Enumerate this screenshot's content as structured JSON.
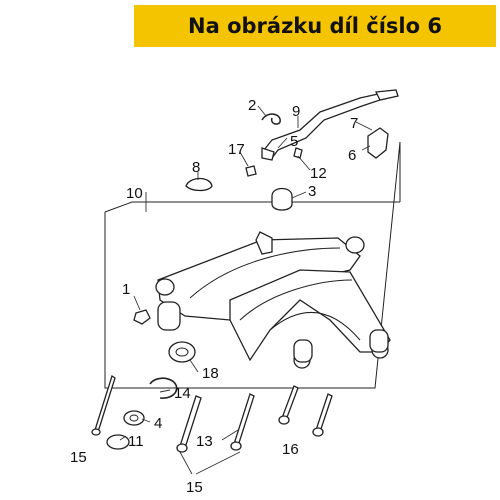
{
  "banner": {
    "text": "Na obrázku díl číslo 6"
  },
  "callouts": [
    {
      "id": "c1",
      "text": "1"
    },
    {
      "id": "c2",
      "text": "2"
    },
    {
      "id": "c3",
      "text": "3"
    },
    {
      "id": "c4",
      "text": "4"
    },
    {
      "id": "c5",
      "text": "5"
    },
    {
      "id": "c6",
      "text": "6"
    },
    {
      "id": "c7",
      "text": "7"
    },
    {
      "id": "c8",
      "text": "8"
    },
    {
      "id": "c9",
      "text": "9"
    },
    {
      "id": "c10",
      "text": "10"
    },
    {
      "id": "c11",
      "text": "11"
    },
    {
      "id": "c12",
      "text": "12"
    },
    {
      "id": "c13",
      "text": "13"
    },
    {
      "id": "c14",
      "text": "14"
    },
    {
      "id": "c15a",
      "text": "15"
    },
    {
      "id": "c15b",
      "text": "15"
    },
    {
      "id": "c16",
      "text": "16"
    },
    {
      "id": "c17",
      "text": "17"
    },
    {
      "id": "c18",
      "text": "18"
    }
  ],
  "colors": {
    "banner_bg": "#f5c400",
    "line": "#222222"
  }
}
